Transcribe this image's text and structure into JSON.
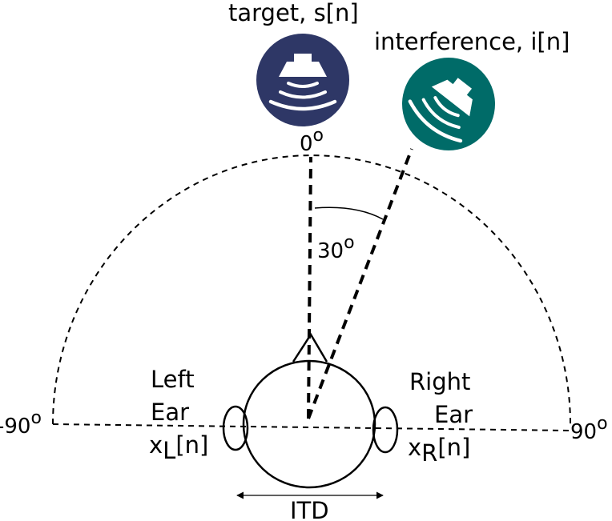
{
  "sources": {
    "target": {
      "label": "target, s[n]",
      "color": "#2e3766",
      "icon": "speaker-icon"
    },
    "interference": {
      "label": "interference, i[n]",
      "color": "#006b68",
      "icon": "speaker-icon"
    }
  },
  "angles": {
    "zero": {
      "base": "0",
      "sup": "o"
    },
    "thirty": {
      "base": "30",
      "sup": "o"
    },
    "neg_ninety": {
      "base": "-90",
      "sup": "o"
    },
    "pos_ninety": {
      "base": "90",
      "sup": "o"
    }
  },
  "left_ear": {
    "line1": "Left",
    "line2": "Ear",
    "signal_base": "x",
    "signal_sub": "L",
    "signal_tail": "[n]"
  },
  "right_ear": {
    "line1": "Right",
    "line2": "Ear",
    "signal_base": "x",
    "signal_sub": "R",
    "signal_tail": "[n]"
  },
  "itd_label": "ITD"
}
